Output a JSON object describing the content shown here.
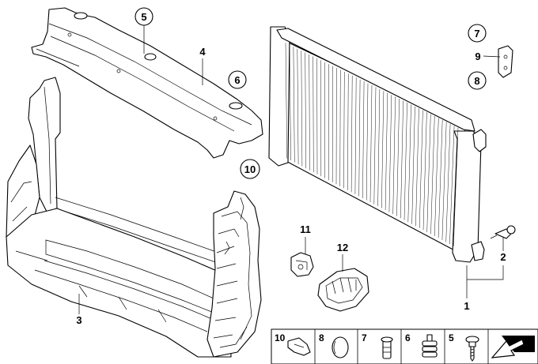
{
  "callouts": {
    "p1": "1",
    "p2": "2",
    "p3": "3",
    "p4": "4",
    "p5": "5",
    "p6": "6",
    "p7": "7",
    "p8": "8",
    "p9": "9",
    "p10": "10",
    "p11": "11",
    "p12": "12"
  },
  "legend": {
    "items": [
      {
        "number": "10",
        "icon": "plug-clip-icon"
      },
      {
        "number": "8",
        "icon": "round-cap-icon"
      },
      {
        "number": "7",
        "icon": "push-rivet-icon"
      },
      {
        "number": "6",
        "icon": "rubber-mount-icon"
      },
      {
        "number": "5",
        "icon": "screw-icon"
      },
      {
        "number": "",
        "icon": "arrow-symbol-icon"
      }
    ]
  },
  "colors": {
    "line": "#000000",
    "background": "#ffffff",
    "legend_fill": "#000000"
  }
}
